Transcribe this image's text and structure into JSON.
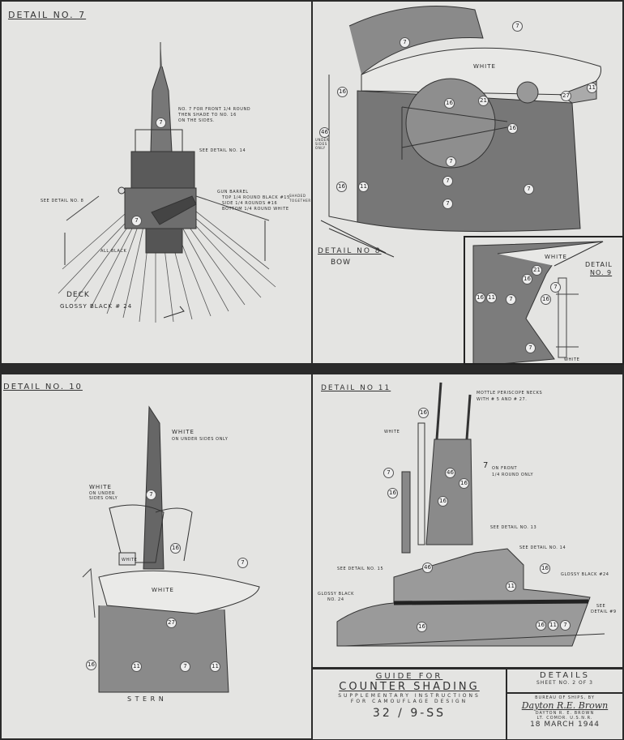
{
  "detail7": {
    "title": "DETAIL NO. 7",
    "note_front": "No. 7 for front 1/4 round",
    "note_shade": "then shade to No. 16",
    "note_sides": "on the sides.",
    "see14": "See detail No. 14",
    "see8": "See detail No. 8",
    "gun_barrel": "Gun barrel",
    "gun_top": "Top 1/4 round black #15",
    "gun_side": "Side 1/4 rounds #16",
    "gun_bottom": "Bottom 1/4 round white",
    "shaded": "Shaded together",
    "all_black": "All black",
    "deck": "DECK",
    "deck_color": "GLOSSY BLACK # 24",
    "markers": [
      "7",
      "7"
    ]
  },
  "detail8": {
    "title": "DETAIL NO 8",
    "subtitle": "BOW",
    "white": "WHITE",
    "under_sides": "Under sides only",
    "markers": [
      "7",
      "7",
      "16",
      "21",
      "16",
      "11",
      "27",
      "46",
      "16",
      "7",
      "16",
      "11",
      "7",
      "7",
      "7"
    ]
  },
  "detail9": {
    "title": "DETAIL",
    "title2": "NO. 9",
    "white": "WHITE",
    "white_bottom": "WHITE",
    "markers": [
      "21",
      "16",
      "16",
      "11",
      "7",
      "7",
      "16",
      "7"
    ]
  },
  "detail10": {
    "title": "DETAIL NO. 10",
    "white_top": "WHITE",
    "white_top_note": "on under sides only",
    "white_mid": "WHITE",
    "white_mid_note1": "on under",
    "white_mid_note2": "sides only",
    "white_small": "WHITE",
    "white_platform": "WHITE",
    "stern": "S T E R N",
    "markers": [
      "7",
      "16",
      "7",
      "27",
      "16",
      "11",
      "7",
      "11"
    ]
  },
  "detail11": {
    "title": "DETAIL NO 11",
    "mottle1": "Mottle periscope necks",
    "mottle2": "with # 5 and # 27.",
    "white": "WHITE",
    "front_num": "7",
    "front_note1": "on front",
    "front_note2": "1/4 round only",
    "see13": "See detail No. 13",
    "see14": "See detail No. 14",
    "see15": "See detail No. 15",
    "glossy_left1": "Glossy black",
    "glossy_left2": "No. 24",
    "glossy_right": "Glossy black #24",
    "see9a": "See",
    "see9b": "detail #9",
    "markers": [
      "16",
      "7",
      "16",
      "46",
      "16",
      "16",
      "46",
      "16",
      "11",
      "16",
      "16",
      "11",
      "7"
    ]
  },
  "title_block": {
    "guide_for": "GUIDE FOR",
    "counter_shading": "COUNTER SHADING",
    "supplementary": "SUPPLEMENTARY INSTRUCTIONS",
    "camouflage": "FOR CAMOUFLAGE DESIGN",
    "code": "32 / 9-SS",
    "details": "DETAILS",
    "sheet": "SHEET NO. 2 OF 3",
    "bureau": "BUREAU OF SHIPS, BY",
    "signature": "Dayton R.E. Brown",
    "name": "DAYTON R. E. BROWN",
    "rank": "LT. COMDR. U.S.N.R.",
    "date": "18 MARCH 1944"
  }
}
